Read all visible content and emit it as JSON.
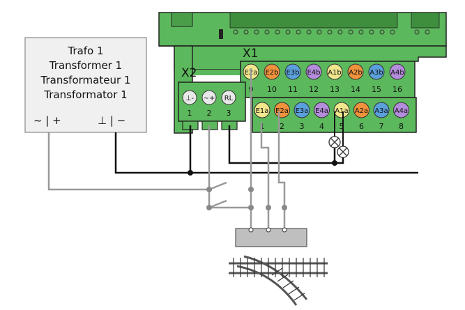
{
  "transformer": {
    "lines": [
      "Trafo 1",
      "Transformer 1",
      "Transformateur 1",
      "Transformator 1"
    ],
    "ac_label": "~ | +",
    "gnd_label": "⊥ | −"
  },
  "x2": {
    "title": "X2",
    "terminals": [
      {
        "icon": "⊥-",
        "number": "1"
      },
      {
        "icon": "~+",
        "number": "2"
      },
      {
        "icon": "RL",
        "number": "3"
      }
    ]
  },
  "x1": {
    "title": "X1",
    "top_row": [
      {
        "label": "E2a",
        "number": "9",
        "color": "#f0e68c"
      },
      {
        "label": "E2b",
        "number": "10",
        "color": "#f0923c"
      },
      {
        "label": "E3b",
        "number": "11",
        "color": "#5aa0dc"
      },
      {
        "label": "E4b",
        "number": "12",
        "color": "#b48cdc"
      },
      {
        "label": "A1b",
        "number": "13",
        "color": "#f0e68c"
      },
      {
        "label": "A2b",
        "number": "14",
        "color": "#f0923c"
      },
      {
        "label": "A3b",
        "number": "15",
        "color": "#5aa0dc"
      },
      {
        "label": "A4b",
        "number": "16",
        "color": "#b48cdc"
      }
    ],
    "bottom_row": [
      {
        "label": "E1a",
        "number": "1",
        "color": "#f0e68c"
      },
      {
        "label": "E2a",
        "number": "2",
        "color": "#f0923c"
      },
      {
        "label": "E3a",
        "number": "3",
        "color": "#5aa0dc"
      },
      {
        "label": "E4a",
        "number": "4",
        "color": "#b48cdc"
      },
      {
        "label": "A1a",
        "number": "5",
        "color": "#f0e68c"
      },
      {
        "label": "A2a",
        "number": "6",
        "color": "#f0923c"
      },
      {
        "label": "A3a",
        "number": "7",
        "color": "#5aa0dc"
      },
      {
        "label": "A4a",
        "number": "8",
        "color": "#b48cdc"
      }
    ]
  },
  "colors": {
    "board": "#5cb85c",
    "board_dark": "#3e8e3e",
    "wire_black": "#111111",
    "wire_grey": "#999999"
  }
}
